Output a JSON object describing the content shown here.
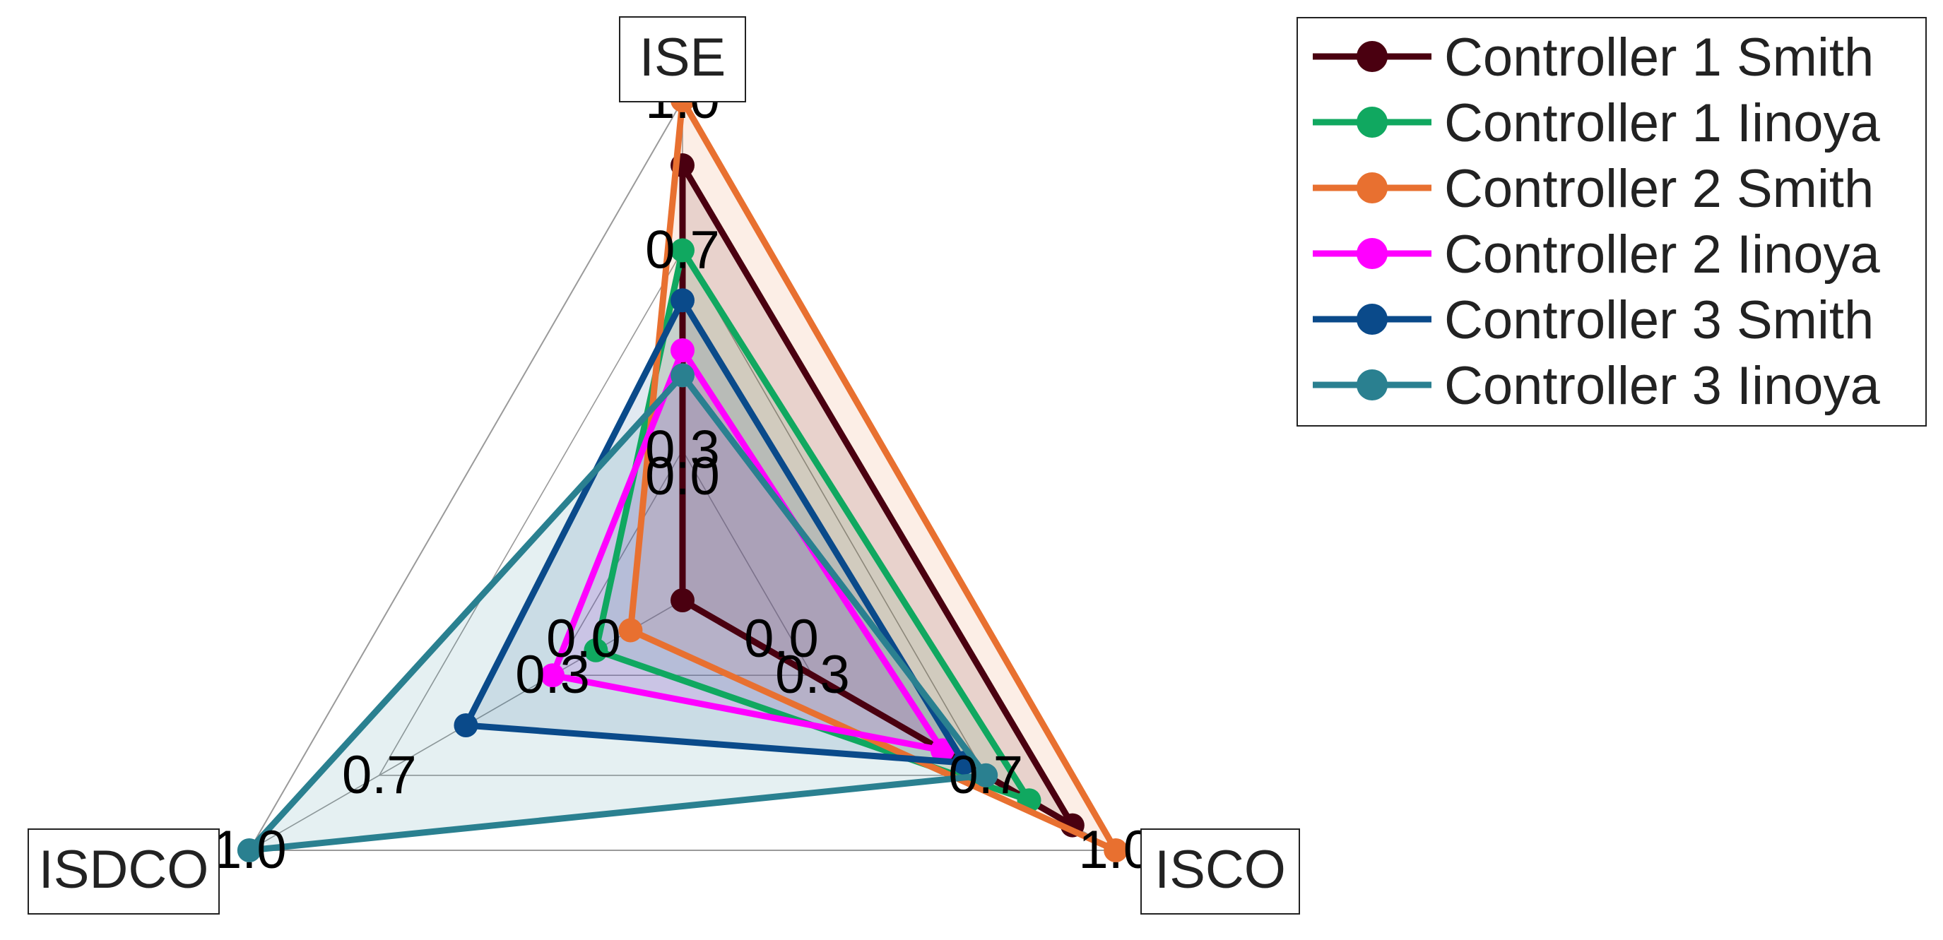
{
  "chart_data": {
    "type": "radar",
    "axes": [
      "ISE",
      "ISCO",
      "ISDCO"
    ],
    "tick_labels": [
      "0.0",
      "0.3",
      "0.7",
      "1.0"
    ],
    "range": [
      0,
      1
    ],
    "legend_position": "top-right",
    "series": [
      {
        "name": "Controller 1 Smith",
        "color": "#4a0010",
        "values": [
          0.87,
          0.9,
          0.0
        ]
      },
      {
        "name": "Controller 1 Iinoya",
        "color": "#10a860",
        "values": [
          0.7,
          0.8,
          0.2
        ]
      },
      {
        "name": "Controller 2 Smith",
        "color": "#e87030",
        "values": [
          1.0,
          1.0,
          0.12
        ]
      },
      {
        "name": "Controller 2 Iinoya",
        "color": "#ff00ff",
        "values": [
          0.5,
          0.6,
          0.3
        ]
      },
      {
        "name": "Controller 3 Smith",
        "color": "#0a4a8a",
        "values": [
          0.6,
          0.65,
          0.5
        ]
      },
      {
        "name": "Controller 3 Iinoya",
        "color": "#2a8090",
        "values": [
          0.45,
          0.7,
          1.0
        ]
      }
    ]
  }
}
